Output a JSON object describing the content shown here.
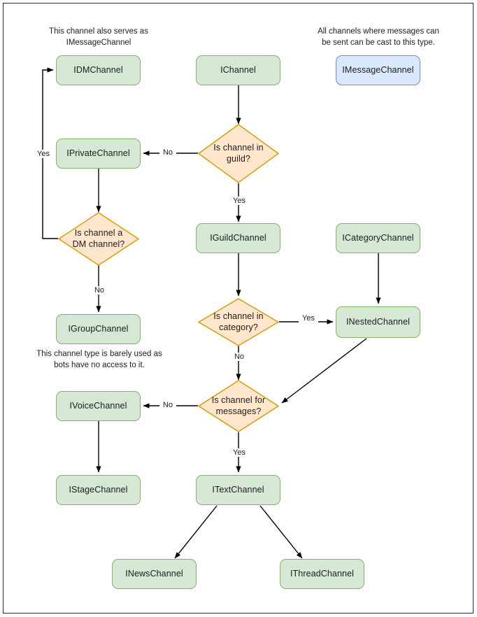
{
  "diagram": {
    "title": "Discord.Net channel type decision flowchart",
    "colors": {
      "node_green_fill": "#d5e8d4",
      "node_green_border": "#82b366",
      "node_blue_fill": "#dae8fc",
      "node_blue_border": "#6c8ebf",
      "decision_fill": "#ffe6cc",
      "decision_border": "#d79b00",
      "edge_stroke": "#000000",
      "text": "#1d1d1d",
      "frame_border": "#2b2b2b",
      "background": "#ffffff"
    },
    "annotations": [
      {
        "id": "annotation-dm",
        "text": "This channel also serves as\nIMessageChannel"
      },
      {
        "id": "annotation-message",
        "text": "All channels where messages can\nbe sent can be cast to this type."
      },
      {
        "id": "annotation-group",
        "text": "This channel type is barely used as\nbots have no access to it."
      }
    ],
    "nodes": [
      {
        "id": "idm-channel",
        "label": "IDMChannel",
        "shape": "box",
        "style": "green"
      },
      {
        "id": "ichannel",
        "label": "IChannel",
        "shape": "box",
        "style": "green"
      },
      {
        "id": "imessage-channel",
        "label": "IMessageChannel",
        "shape": "box",
        "style": "blue"
      },
      {
        "id": "iprivate-channel",
        "label": "IPrivateChannel",
        "shape": "box",
        "style": "green"
      },
      {
        "id": "igroup-channel",
        "label": "IGroupChannel",
        "shape": "box",
        "style": "green"
      },
      {
        "id": "iguild-channel",
        "label": "IGuildChannel",
        "shape": "box",
        "style": "green"
      },
      {
        "id": "icategory-channel",
        "label": "ICategoryChannel",
        "shape": "box",
        "style": "green"
      },
      {
        "id": "inested-channel",
        "label": "INestedChannel",
        "shape": "box",
        "style": "green"
      },
      {
        "id": "ivoice-channel",
        "label": "IVoiceChannel",
        "shape": "box",
        "style": "green"
      },
      {
        "id": "istage-channel",
        "label": "IStageChannel",
        "shape": "box",
        "style": "green"
      },
      {
        "id": "itext-channel",
        "label": "ITextChannel",
        "shape": "box",
        "style": "green"
      },
      {
        "id": "inews-channel",
        "label": "INewsChannel",
        "shape": "box",
        "style": "green"
      },
      {
        "id": "ithread-channel",
        "label": "IThreadChannel",
        "shape": "box",
        "style": "green"
      }
    ],
    "decisions": [
      {
        "id": "decision-in-guild",
        "label": "Is channel in\nguild?"
      },
      {
        "id": "decision-dm-channel",
        "label": "Is channel a\nDM channel?"
      },
      {
        "id": "decision-in-category",
        "label": "Is channel in\ncategory?"
      },
      {
        "id": "decision-for-messages",
        "label": "Is channel for\nmessages?"
      }
    ],
    "edge_labels": [
      {
        "id": "edge-label-guild-no",
        "text": "No"
      },
      {
        "id": "edge-label-guild-yes",
        "text": "Yes"
      },
      {
        "id": "edge-label-dm-yes",
        "text": "Yes"
      },
      {
        "id": "edge-label-dm-no",
        "text": "No"
      },
      {
        "id": "edge-label-category-yes",
        "text": "Yes"
      },
      {
        "id": "edge-label-category-no",
        "text": "No"
      },
      {
        "id": "edge-label-messages-no",
        "text": "No"
      },
      {
        "id": "edge-label-messages-yes",
        "text": "Yes"
      }
    ]
  }
}
